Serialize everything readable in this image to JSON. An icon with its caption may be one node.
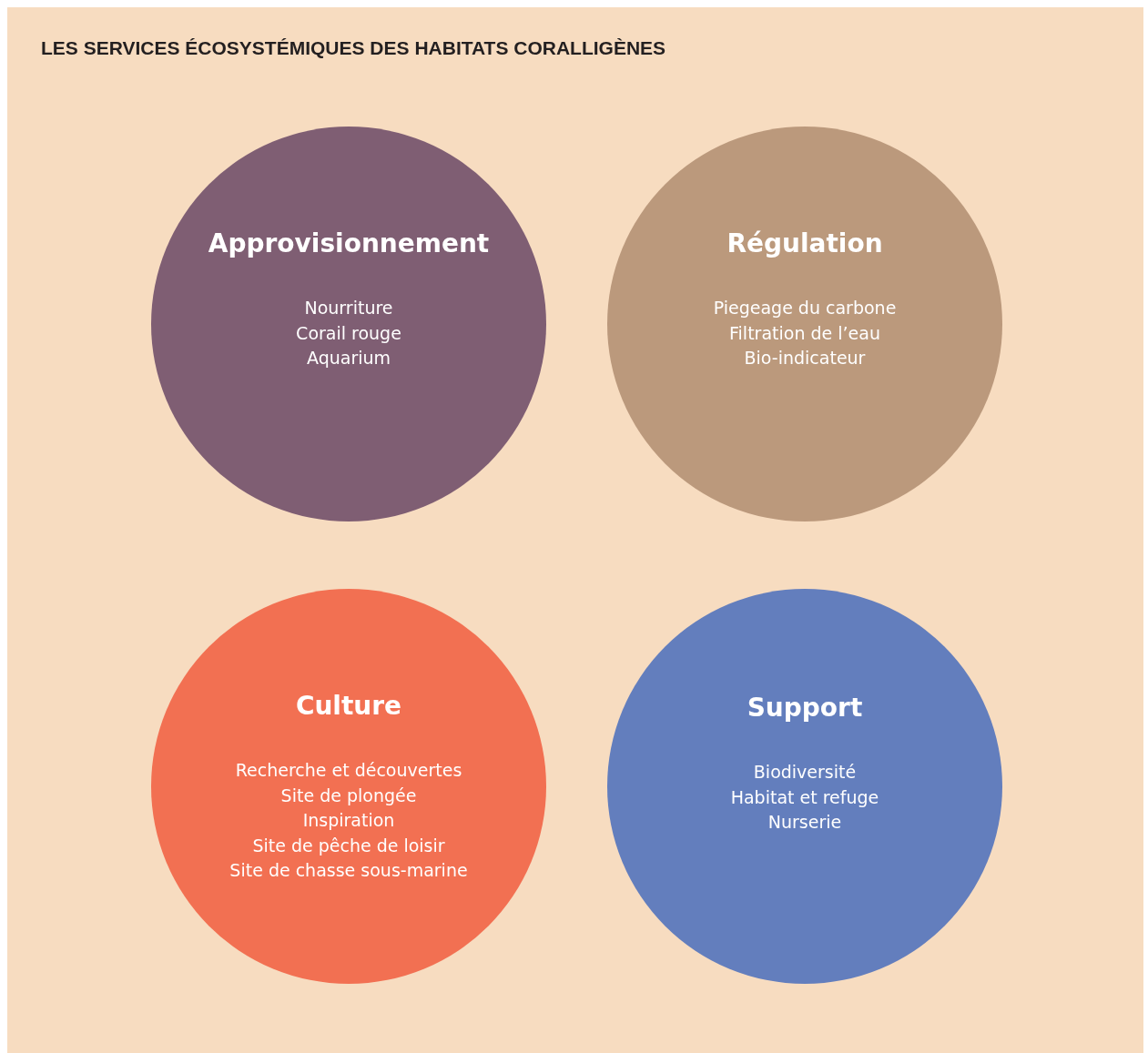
{
  "diagram": {
    "title": "LES SERVICES ÉCOSYSTÉMIQUES DES HABITATS CORALLIGÈNES",
    "nodes": [
      {
        "text": [
          "Approvisionnement",
          "Nourriture",
          "Corail rouge",
          "Aquarium"
        ]
      },
      {
        "text": [
          "Régulation",
          "Piegeage du carbone",
          "Filtration de l’eau",
          "Bio-indicateur"
        ]
      },
      {
        "text": [
          "Culture",
          "Recherche et découvertes",
          "Site de plongée",
          "Inspiration",
          "Site de pêche de loisir",
          "Site de chasse sous-marine"
        ]
      },
      {
        "text": [
          "Support",
          "Biodiversité",
          "Habitat et refuge",
          "Nurserie"
        ]
      }
    ]
  }
}
